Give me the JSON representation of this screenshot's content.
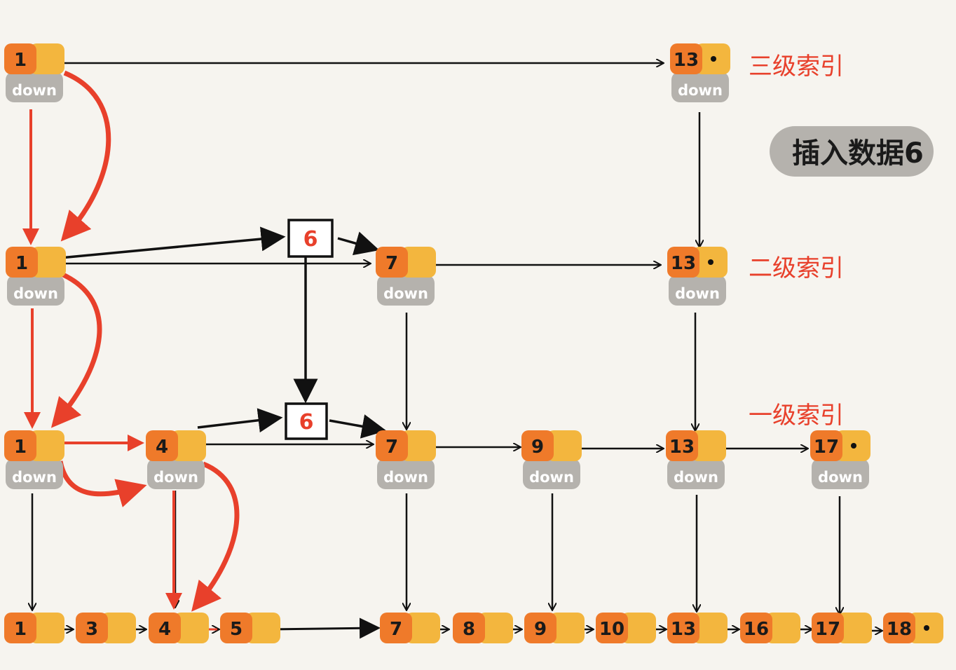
{
  "title": "插入数据6",
  "level_labels": {
    "level3": "三级索引",
    "level2": "二级索引",
    "level1": "一级索引"
  },
  "down_text": "down",
  "new_value": "6",
  "levels": {
    "level3": [
      "1",
      "13"
    ],
    "level2": [
      "1",
      "7",
      "13"
    ],
    "level1": [
      "1",
      "4",
      "7",
      "9",
      "13",
      "17"
    ],
    "base": [
      "1",
      "3",
      "4",
      "5",
      "7",
      "8",
      "9",
      "10",
      "13",
      "16",
      "17",
      "18"
    ]
  },
  "colors": {
    "background": "#f6f4ef",
    "node_key": "#ef7a2a",
    "node_ptr": "#f3b63e",
    "down": "#b5b2ad",
    "search_path": "#e8402b",
    "label": "#e8402b"
  }
}
